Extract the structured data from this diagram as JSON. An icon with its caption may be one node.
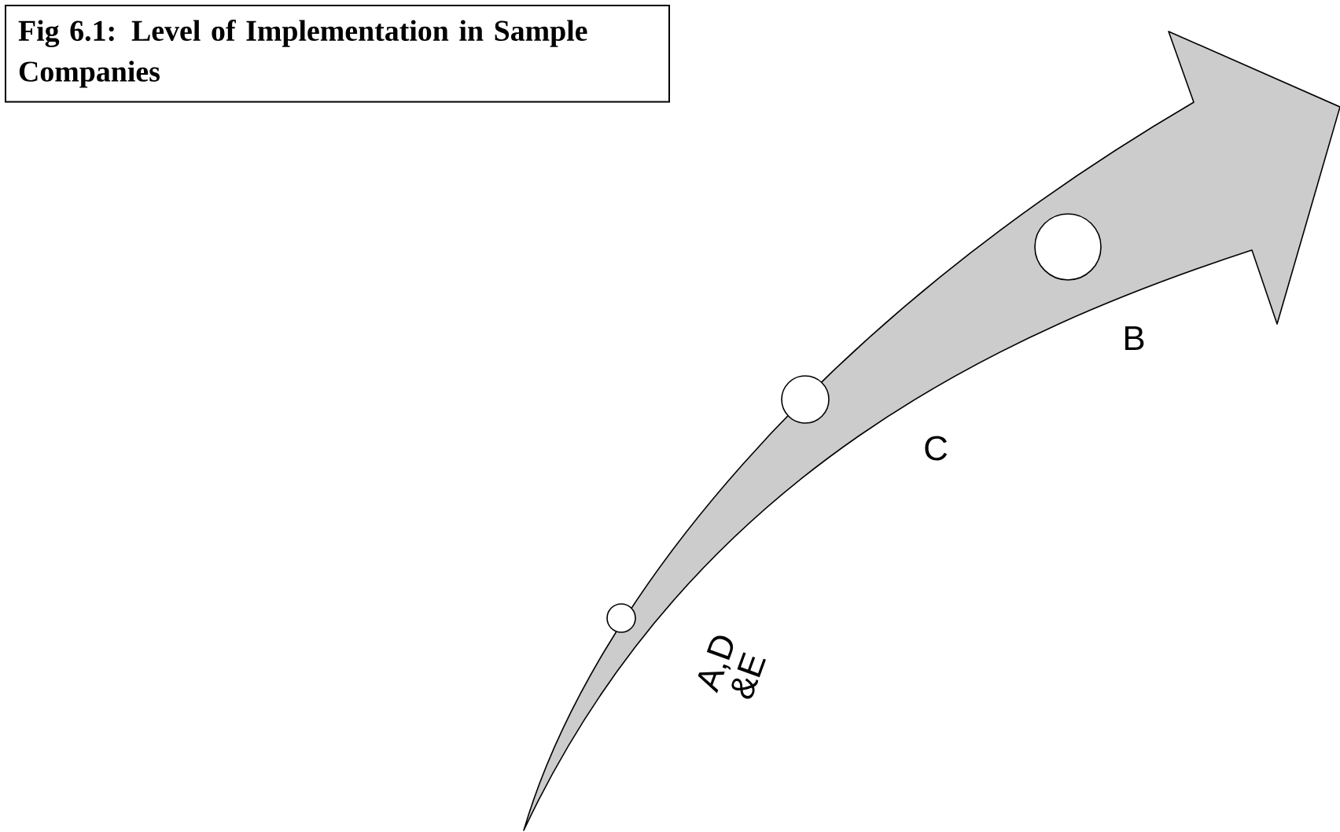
{
  "diagram": {
    "title": "Fig 6.1: Level of Implementation in Sample Companies",
    "nodes": [
      {
        "text": [],
        "shape": "circle",
        "beside": [
          "A,D &E"
        ]
      },
      {
        "text": [],
        "shape": "circle",
        "beside": [
          "C"
        ]
      },
      {
        "text": [],
        "shape": "circle",
        "beside": [
          "B"
        ]
      }
    ]
  }
}
